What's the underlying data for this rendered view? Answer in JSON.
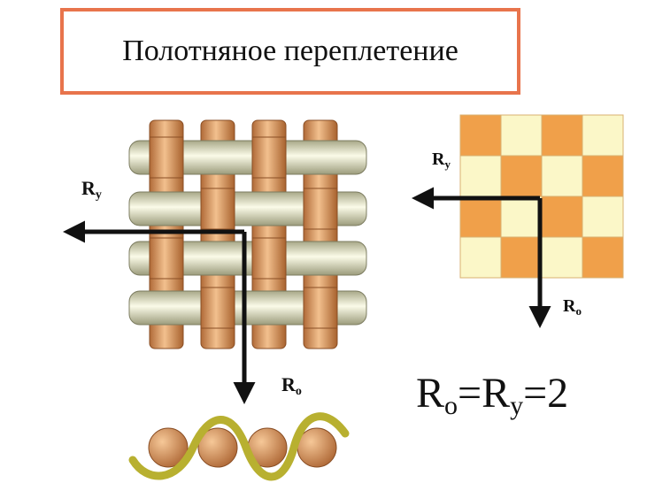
{
  "title": "Полотняное переплетение",
  "labels": {
    "weave_ry_letter": "R",
    "weave_ry_sub": "у",
    "weave_ro_letter": "R",
    "weave_ro_sub": "о",
    "grid_ry_letter": "R",
    "grid_ry_sub": "у",
    "grid_ro_letter": "R",
    "grid_ro_sub": "о"
  },
  "formula": {
    "r1": "R",
    "s1": "о",
    "eq1": "=",
    "r2": "R",
    "s2": "у",
    "eq2": "=2"
  },
  "weave_pattern": [
    [
      1,
      0,
      1,
      0
    ],
    [
      0,
      1,
      0,
      1
    ],
    [
      1,
      0,
      1,
      0
    ],
    [
      0,
      1,
      0,
      1
    ]
  ],
  "colors": {
    "title_border": "#e8744c",
    "warp": "#d4905c",
    "weft": "#d8d8b8",
    "grid_dark": "#f0a04a",
    "grid_light": "#fbf7c8",
    "arrow": "#111111",
    "wave": "#b8b030"
  }
}
